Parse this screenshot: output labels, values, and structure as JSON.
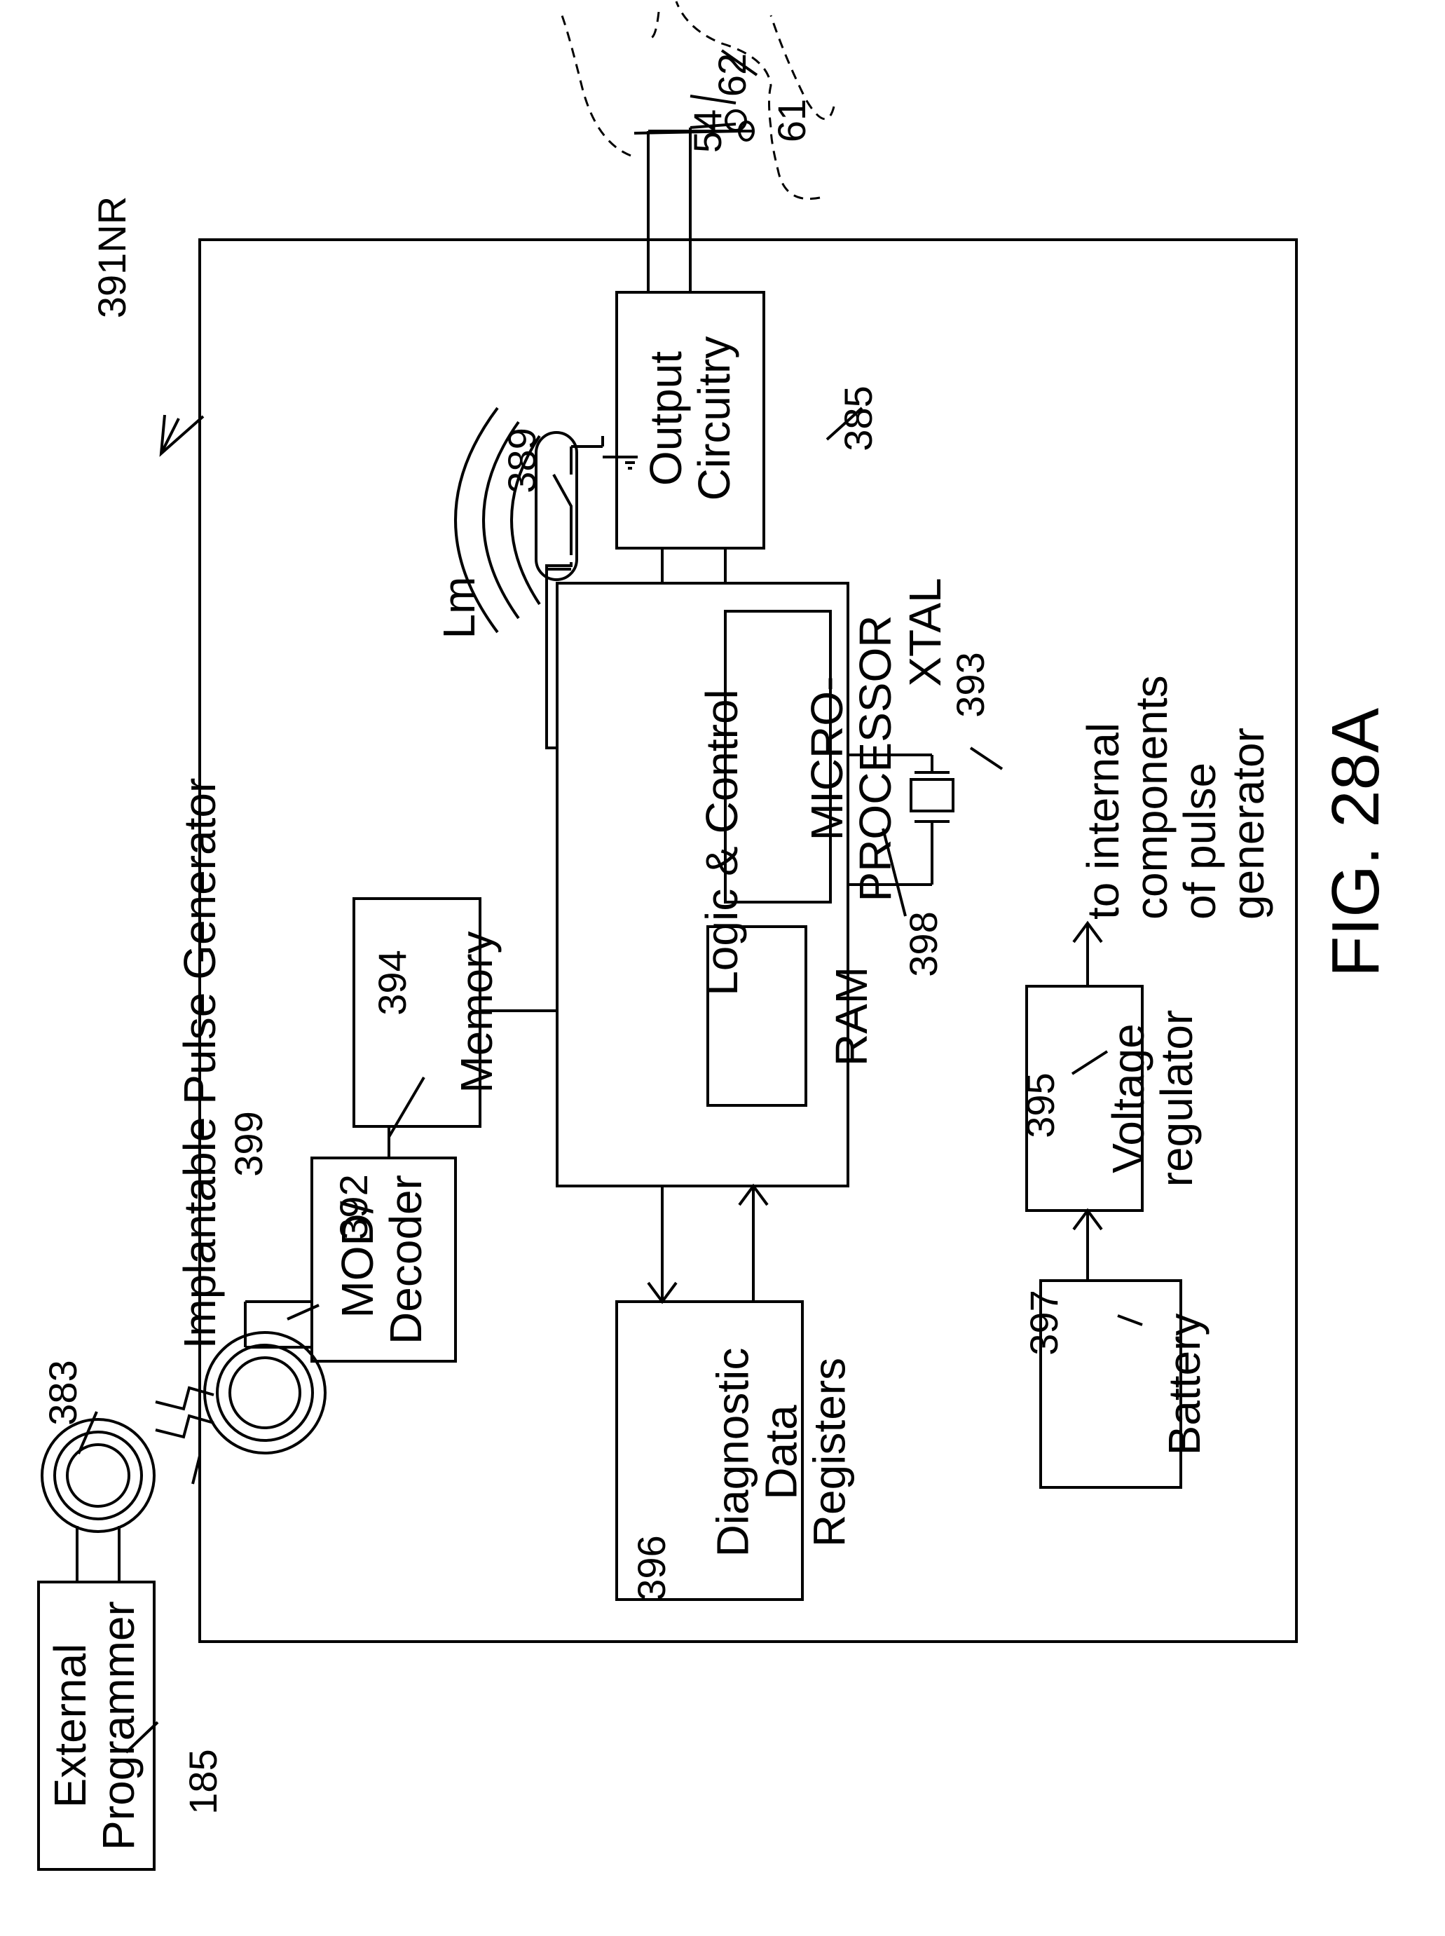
{
  "title": "Implantable Pulse Generator",
  "figure": "FIG. 28A",
  "refs": {
    "device": "391NR",
    "external_programmer": "185",
    "prog_coil": "383",
    "ipg_coil": "399",
    "mod_decoder": "392",
    "memory": "394",
    "logic_control": "398",
    "output_circuitry": "385",
    "reed_switch": "389",
    "xtal": "393",
    "diag_registers": "396",
    "voltage_regulator": "395",
    "battery": "397",
    "lead": "54",
    "electrode_a": "62",
    "electrode_b": "61"
  },
  "labels": {
    "external_programmer": [
      "External",
      "Programmer"
    ],
    "mod_decoder": [
      "MOD/",
      "Decoder"
    ],
    "memory": "Memory",
    "logic_control": "Logic & Control",
    "ram": "RAM",
    "microprocessor": [
      "MICRO-",
      "PROCESSOR"
    ],
    "xtal": "XTAL",
    "lm": "Lm",
    "output_circuitry": [
      "Output",
      "Circuitry"
    ],
    "diag_registers": [
      "Diagnostic",
      "Data",
      "Registers"
    ],
    "voltage_regulator": [
      "Voltage",
      "regulator"
    ],
    "battery": "Battery",
    "to_internal": [
      "to internal",
      "components",
      "of pulse",
      "generator"
    ]
  }
}
